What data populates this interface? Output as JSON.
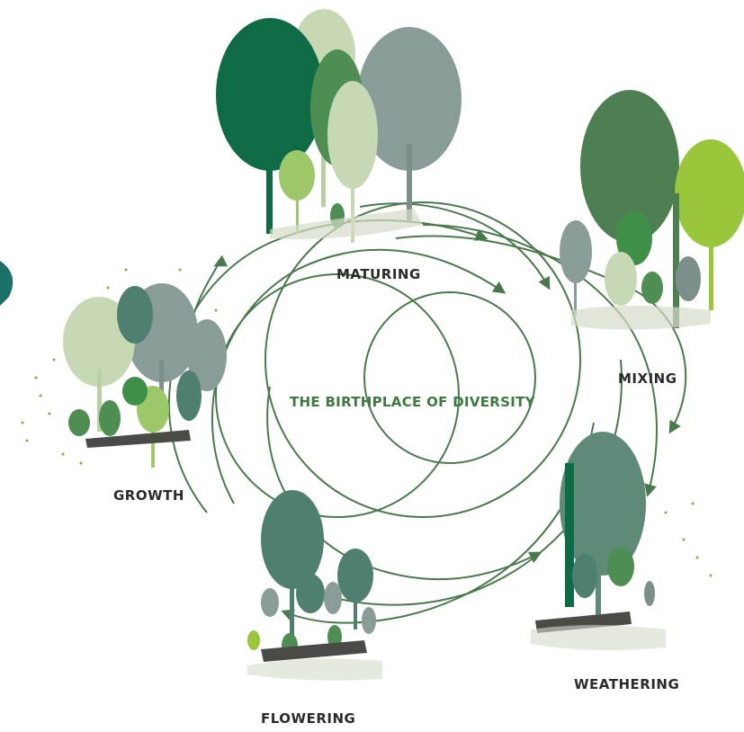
{
  "diagram": {
    "center_title": "THE BIRTHPLACE OF DIVERSITY",
    "stages": {
      "maturing": "MATURING",
      "mixing": "MIXING",
      "weathering": "WEATHERING",
      "flowering": "FLOWERING",
      "growth": "GROWTH"
    },
    "colors": {
      "cycle_line": "#4a7a4c",
      "dark_green": "#0f6b45",
      "mid_green": "#4e8e52",
      "light_green": "#9cc86a",
      "lime": "#9ac63c",
      "pale_green": "#c6d9b4",
      "grey_green": "#8a9c98",
      "teal_edge": "#1d6f6a"
    }
  }
}
